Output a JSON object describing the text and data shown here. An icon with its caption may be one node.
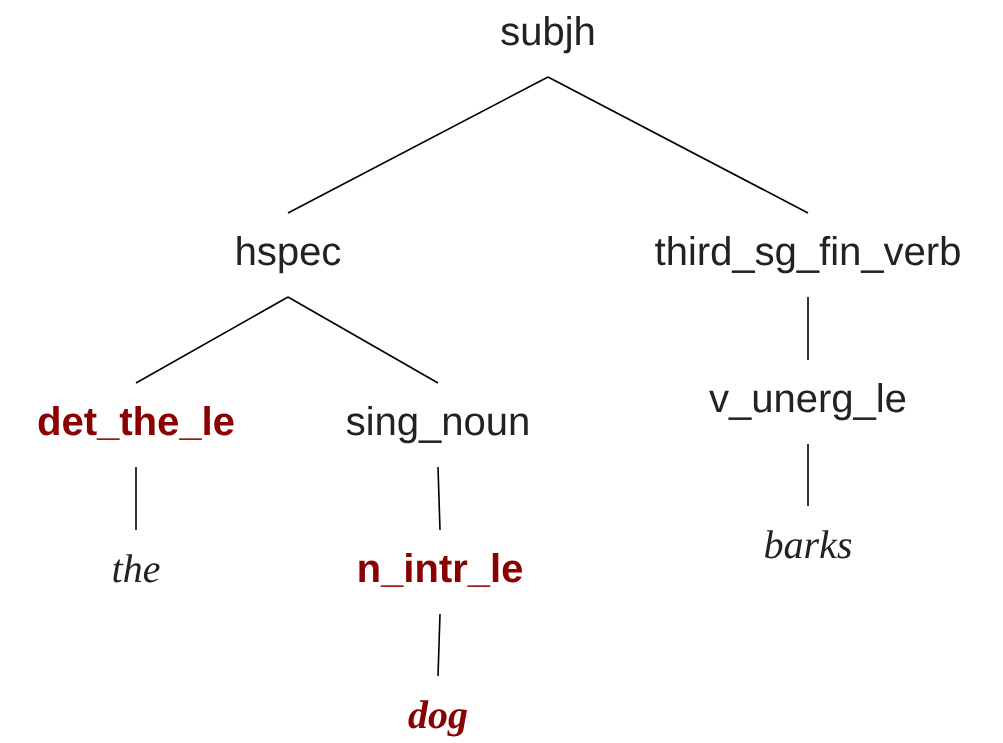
{
  "diagram": {
    "nodes": [
      {
        "text": [
          "subjh"
        ]
      },
      {
        "text": [
          "hspec"
        ]
      },
      {
        "text": [
          "third_sg_fin_verb"
        ]
      },
      {
        "text": [
          "det_the_le"
        ]
      },
      {
        "text": [
          "sing_noun"
        ]
      },
      {
        "text": [
          "v_unerg_le"
        ]
      },
      {
        "text": [
          "the"
        ]
      },
      {
        "text": [
          "n_intr_le"
        ]
      },
      {
        "text": [
          "barks"
        ]
      },
      {
        "text": [
          "dog"
        ]
      }
    ],
    "edges": [
      {
        "from": 0,
        "to": 1,
        "arrow": "none"
      },
      {
        "from": 0,
        "to": 2,
        "arrow": "none"
      },
      {
        "from": 1,
        "to": 3,
        "arrow": "none"
      },
      {
        "from": 1,
        "to": 4,
        "arrow": "none"
      },
      {
        "from": 2,
        "to": 5,
        "arrow": "none"
      },
      {
        "from": 3,
        "to": 6,
        "arrow": "none"
      },
      {
        "from": 4,
        "to": 7,
        "arrow": "none"
      },
      {
        "from": 5,
        "to": 8,
        "arrow": "none"
      },
      {
        "from": 7,
        "to": 9,
        "arrow": "none"
      }
    ]
  }
}
